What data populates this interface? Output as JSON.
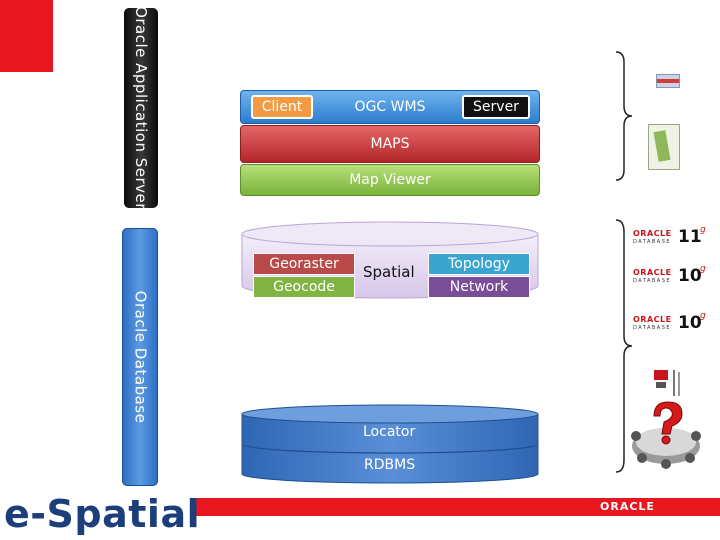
{
  "left_bars": {
    "application_server": "Oracle Application Server",
    "database": "Oracle Database"
  },
  "app_tier": {
    "ogc_wms": "OGC WMS",
    "client": "Client",
    "server": "Server",
    "maps": "MAPS",
    "map_viewer": "Map Viewer"
  },
  "spatial_tier": {
    "center": "Spatial",
    "georaster": "Georaster",
    "geocode": "Geocode",
    "topology": "Topology",
    "network": "Network"
  },
  "base_tier": {
    "locator": "Locator",
    "rdbms": "RDBMS"
  },
  "db_versions": [
    {
      "oracle": "ORACLE",
      "database": "DATABASE",
      "version": "11",
      "sup": "g"
    },
    {
      "oracle": "ORACLE",
      "database": "DATABASE",
      "version": "10",
      "sup": "g"
    },
    {
      "oracle": "ORACLE",
      "database": "DATABASE",
      "version": "10",
      "sup": "g"
    }
  ],
  "footer": {
    "brand": "e-Spatial",
    "oracle": "ORACLE"
  },
  "colors": {
    "brand_red": "#e8171f",
    "ogc_blue": "#2c7cce",
    "maps_red": "#b3262a",
    "mapviewer_green": "#79b23a",
    "spatial_lavender": "#e3d8ee",
    "base_blue": "#3b78c8"
  }
}
